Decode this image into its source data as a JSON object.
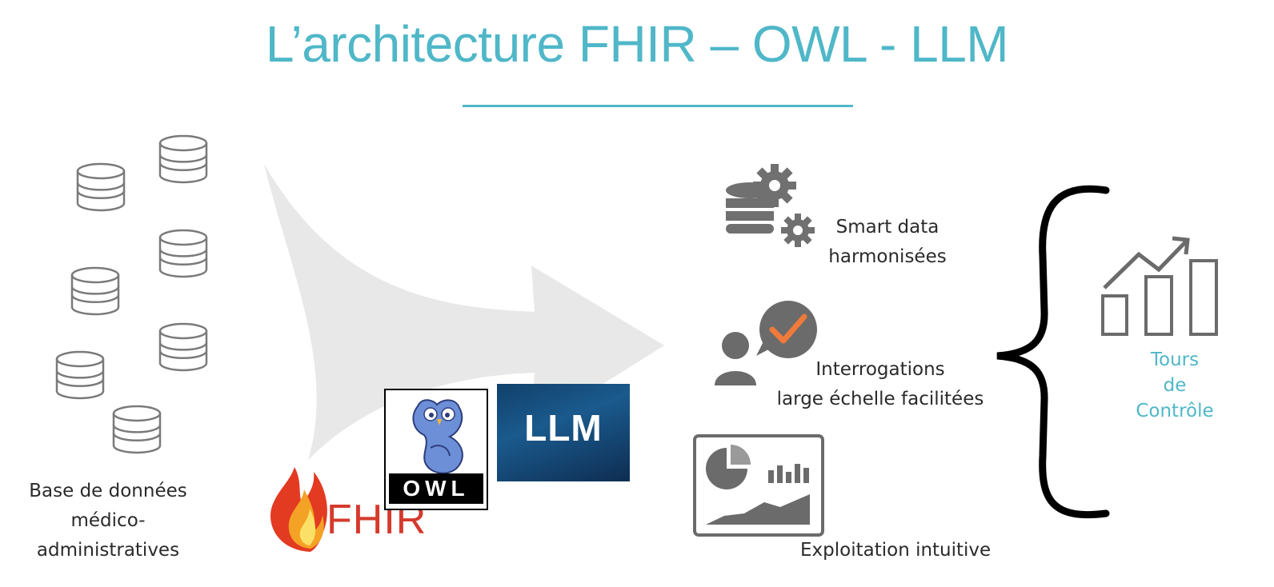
{
  "title": "L’architecture FHIR – OWL - LLM",
  "sources": {
    "label_line1": "Base de données",
    "label_line2": "médico-administratives",
    "database_count": 7,
    "icon": "database-icon"
  },
  "technologies": {
    "fhir": "FHIR",
    "owl": "OWL",
    "llm": "LLM"
  },
  "outputs": [
    {
      "line1": "Smart data",
      "line2": "harmonisées",
      "icon": "database-gears-icon"
    },
    {
      "line1": "Interrogations",
      "line2": "large échelle facilitées",
      "icon": "user-check-icon"
    },
    {
      "line1": "Exploitation intuitive",
      "icon": "dashboard-icon"
    }
  ],
  "result": {
    "line1": "Tours",
    "line2": "de",
    "line3": "Contrôle",
    "icon": "growth-chart-icon"
  },
  "colors": {
    "title": "#4fb7c8",
    "arrow": "#e6e6e6",
    "check": "#f07a3a",
    "fhir": "#d53a2d",
    "icon": "#6b6b6b"
  }
}
